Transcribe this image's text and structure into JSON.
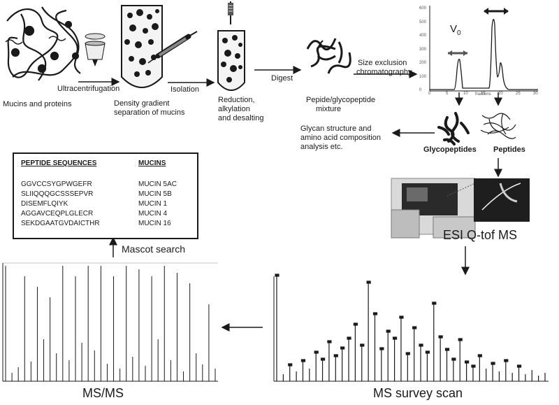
{
  "steps": {
    "mucins_proteins": "Mucins and  proteins",
    "ultracentrifugation": "Ultracentrifugation",
    "density_gradient_line1": "Density gradient",
    "density_gradient_line2": "separation of mucins",
    "isolation": "Isolation",
    "reduction_line1": "Reduction,",
    "reduction_line2": "alkylation",
    "reduction_line3": "and desalting",
    "digest": "Digest",
    "mixture_line1": "Pepide/glycopeptide",
    "mixture_line2": "mixture",
    "sec_line1": "Size exclusion",
    "sec_line2": "chromatography",
    "glycopeptides": "Glycopeptides",
    "peptides": "Peptides",
    "glycan_line1": "Glycan  structure and",
    "glycan_line2": "amino acid composition",
    "glycan_line3": "analysis etc.",
    "esi": "ESI Q-tof MS",
    "survey": "MS survey scan",
    "msms": "MS/MS",
    "mascot": "Mascot  search"
  },
  "chromatogram": {
    "v0_base": "V",
    "v0_sub": "0",
    "xlabel": "fractions",
    "x_ticks": [
      "0",
      "5",
      "10",
      "15",
      "20",
      "25",
      "30"
    ],
    "y_ticks": [
      "0",
      "100",
      "200",
      "300",
      "400",
      "500",
      "600"
    ]
  },
  "table": {
    "headers": [
      "PEPTIDE SEQUENCES",
      "MUCINS"
    ],
    "rows": [
      [
        "GGVCCSYGPWGEFR",
        "MUCIN 5AC"
      ],
      [
        "SLIIQQQGCSSSEPVR",
        "MUCIN 5B"
      ],
      [
        "DISEMFLQIYK",
        "MUCIN 1"
      ],
      [
        "AGGAVCEQPLGLECR",
        "MUCIN 4"
      ],
      [
        "SEKDGAATGVDAICTHR",
        "MUCIN 16"
      ]
    ]
  },
  "colors": {
    "ink": "#1a1a1a",
    "panel_gray": "#d9d9d9",
    "screen_dark": "#2a2a2a"
  }
}
